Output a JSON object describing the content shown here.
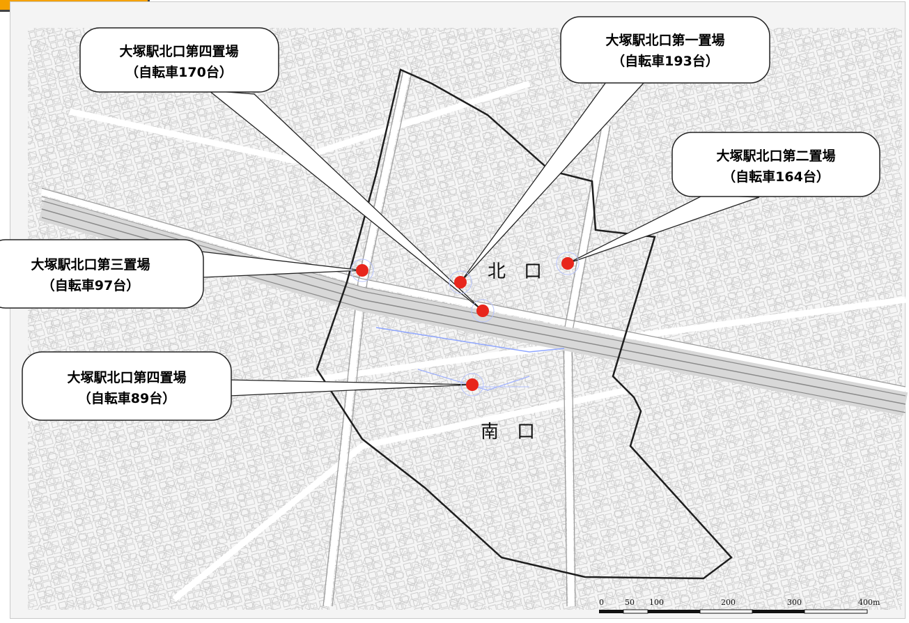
{
  "areas": {
    "north": "北　口",
    "south": "南　口"
  },
  "callouts": [
    {
      "name": "大塚駅北口第四置場",
      "capacity": "（自転車170台）"
    },
    {
      "name": "大塚駅北口第一置場",
      "capacity": "（自転車193台）"
    },
    {
      "name": "大塚駅北口第二置場",
      "capacity": "（自転車164台）"
    },
    {
      "name": "大塚駅北口第三置場",
      "capacity": "（自転車97台）"
    },
    {
      "name": "大塚駅北口第四置場",
      "capacity": "（自転車89台）"
    }
  ],
  "scale_bar": {
    "ticks": [
      "0",
      "50",
      "100",
      "200",
      "300",
      "400m"
    ]
  },
  "colors": {
    "tab": "#f5a100",
    "marker": "#e8261c",
    "boundary": "#222222"
  }
}
